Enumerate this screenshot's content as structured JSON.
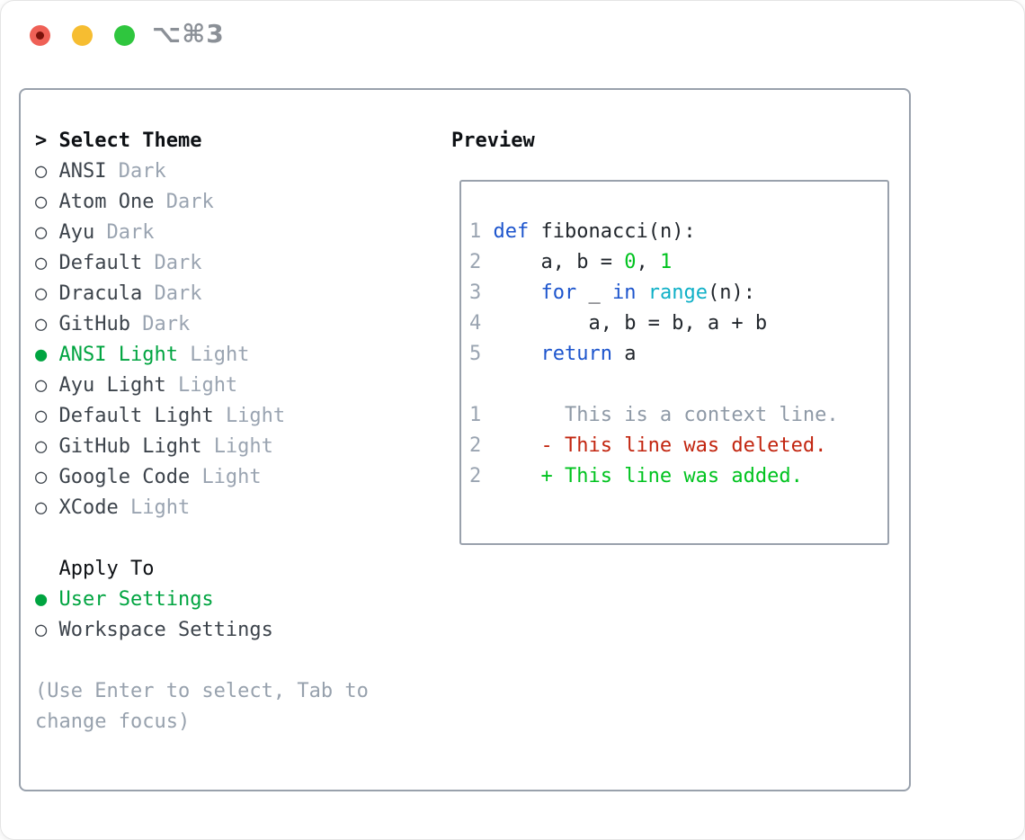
{
  "window": {
    "shortcut_title": "⌥⌘3"
  },
  "markers": {
    "selected": "●",
    "unselected": "○"
  },
  "colors": {
    "selected_green": "#00a440",
    "code_green": "#00c31f",
    "keyword_blue": "#1d55cd",
    "builtin_cyan": "#0fb0c7",
    "deleted_red": "#c2250f",
    "muted_gray": "#9aa4b1",
    "text_dark": "#21262c",
    "border_gray": "#99a1ac"
  },
  "theme_picker": {
    "cursor": ">",
    "header": "Select Theme",
    "items": [
      {
        "name": "ANSI",
        "variant": "Dark",
        "selected": false
      },
      {
        "name": "Atom One",
        "variant": "Dark",
        "selected": false
      },
      {
        "name": "Ayu",
        "variant": "Dark",
        "selected": false
      },
      {
        "name": "Default",
        "variant": "Dark",
        "selected": false
      },
      {
        "name": "Dracula",
        "variant": "Dark",
        "selected": false
      },
      {
        "name": "GitHub",
        "variant": "Dark",
        "selected": false
      },
      {
        "name": "ANSI Light",
        "variant": "Light",
        "selected": true
      },
      {
        "name": "Ayu Light",
        "variant": "Light",
        "selected": false
      },
      {
        "name": "Default Light",
        "variant": "Light",
        "selected": false
      },
      {
        "name": "GitHub Light",
        "variant": "Light",
        "selected": false
      },
      {
        "name": "Google Code",
        "variant": "Light",
        "selected": false
      },
      {
        "name": "XCode",
        "variant": "Light",
        "selected": false
      }
    ]
  },
  "apply_to": {
    "header": "Apply To",
    "options": [
      {
        "name": "User Settings",
        "selected": true
      },
      {
        "name": "Workspace Settings",
        "selected": false
      }
    ]
  },
  "help": {
    "line1": "(Use Enter to select, Tab to",
    "line2": "change focus)"
  },
  "preview": {
    "header": "Preview",
    "lines": [
      {
        "name": "code-line-1",
        "num": "1",
        "segments": [
          {
            "text": "def",
            "color": "kw"
          },
          {
            "text": " fibonacci(n):",
            "color": "fg"
          }
        ]
      },
      {
        "name": "code-line-2",
        "num": "2",
        "segments": [
          {
            "text": "    a, b = ",
            "color": "fg"
          },
          {
            "text": "0",
            "color": "green"
          },
          {
            "text": ", ",
            "color": "fg"
          },
          {
            "text": "1",
            "color": "green"
          }
        ]
      },
      {
        "name": "code-line-3",
        "num": "3",
        "segments": [
          {
            "text": "    ",
            "color": "fg"
          },
          {
            "text": "for",
            "color": "kw"
          },
          {
            "text": " _ ",
            "color": "fg"
          },
          {
            "text": "in",
            "color": "kw"
          },
          {
            "text": " ",
            "color": "fg"
          },
          {
            "text": "range",
            "color": "cyan"
          },
          {
            "text": "(n):",
            "color": "fg"
          }
        ]
      },
      {
        "name": "code-line-4",
        "num": "4",
        "segments": [
          {
            "text": "        a, b = b, a + b",
            "color": "fg"
          }
        ]
      },
      {
        "name": "code-line-5",
        "num": "5",
        "segments": [
          {
            "text": "    ",
            "color": "fg"
          },
          {
            "text": "return",
            "color": "kw"
          },
          {
            "text": " a",
            "color": "fg"
          }
        ]
      },
      {
        "name": "code-blank-line",
        "num": "",
        "segments": []
      },
      {
        "name": "diff-context-line",
        "num": "1",
        "segments": [
          {
            "text": "      This is a context line.",
            "color": "ctx"
          }
        ]
      },
      {
        "name": "diff-deleted-line",
        "num": "2",
        "segments": [
          {
            "text": "    - This line was deleted.",
            "color": "del"
          }
        ]
      },
      {
        "name": "diff-added-line",
        "num": "2",
        "segments": [
          {
            "text": "    + This line was added.",
            "color": "add"
          }
        ]
      }
    ]
  }
}
